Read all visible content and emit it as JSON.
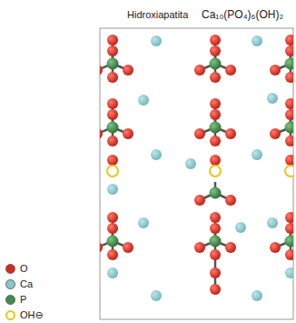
{
  "diagram": {
    "title": "Hidroxiapatita",
    "labels": [
      "Ca₁₀(PO₄)₆(OH)₂"
    ],
    "legend": [
      {
        "text": "O",
        "color": "#d8261b"
      },
      {
        "text": "Ca",
        "color": "#86c7cb"
      },
      {
        "text": "P",
        "color": "#3e8c48"
      },
      {
        "text": "OH⊖",
        "color": "#e8c81a"
      }
    ]
  }
}
